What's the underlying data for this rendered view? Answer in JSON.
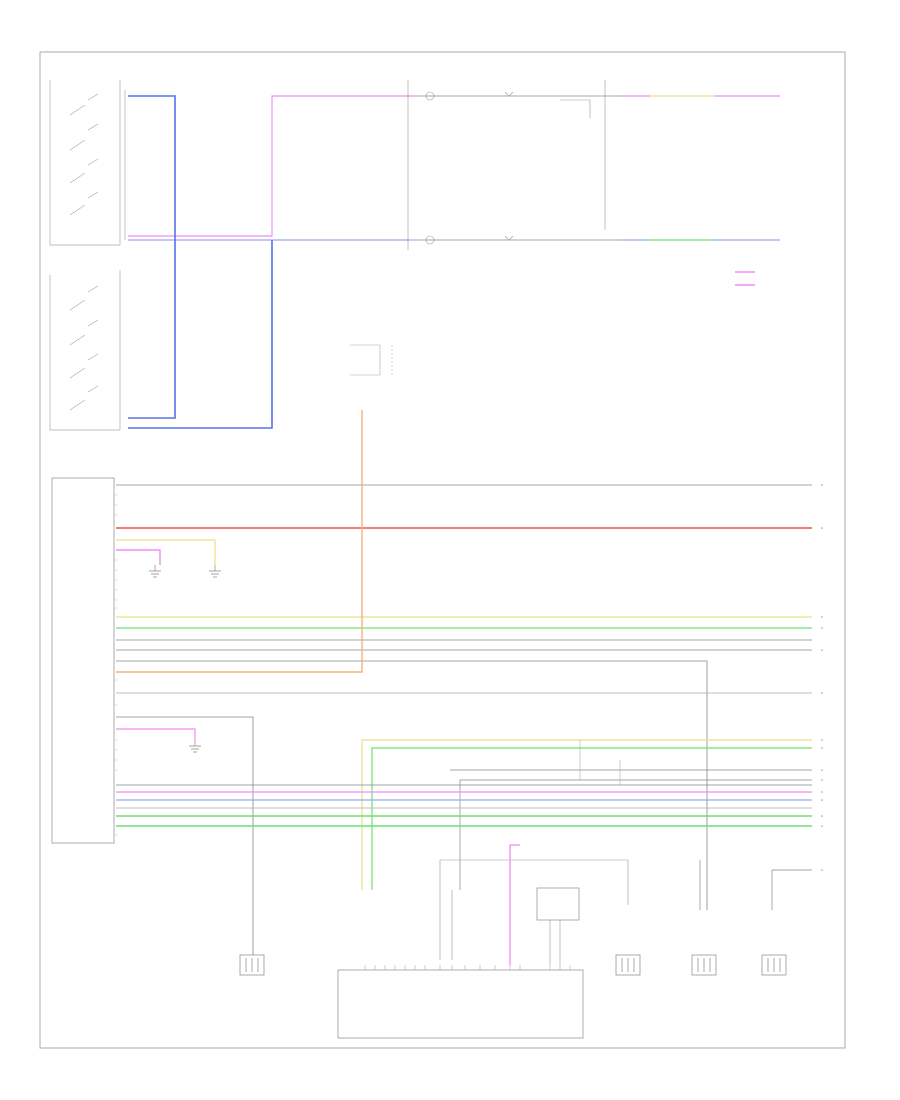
{
  "footer": {
    "diagram_code": ""
  },
  "colors": {
    "pink": "#f28cf2",
    "blue": "#5a70e6",
    "light_blue": "#9aa8f4",
    "red": "#f06a6a",
    "orange": "#f6b27a",
    "yellow": "#e8e08a",
    "green": "#6fe06f",
    "gray": "#9a9a9a",
    "dark": "#555555"
  },
  "icons": [
    "ground-symbol",
    "speaker-coil",
    "switch-contact",
    "connector-terminal"
  ]
}
